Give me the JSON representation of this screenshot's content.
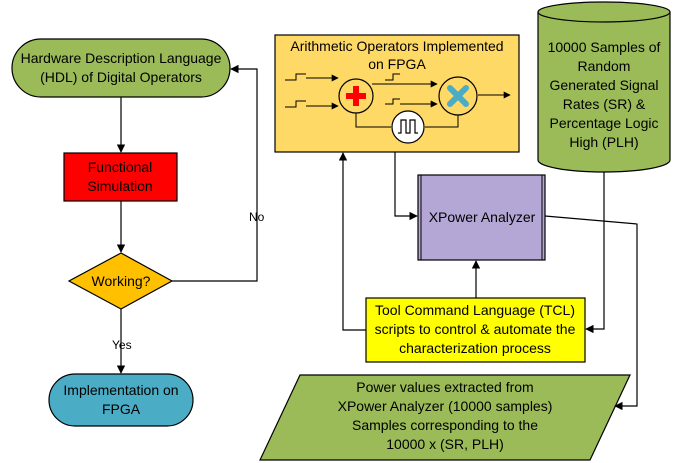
{
  "nodes": {
    "hdl": {
      "lines": [
        "Hardware Description Language",
        "(HDL) of Digital Operators"
      ],
      "fill": "#9bbb59"
    },
    "functional_simulation": {
      "lines": [
        "Functional",
        "Simulation"
      ],
      "fill": "#ff0000"
    },
    "decision": {
      "text": "Working?",
      "fill": "#ffc000"
    },
    "implementation": {
      "lines": [
        "Implementation on",
        "FPGA"
      ],
      "fill": "#4bacc6"
    },
    "arith": {
      "lines": [
        "Arithmetic Operators Implemented",
        "on FPGA"
      ],
      "fill": "#ffd966",
      "adder_color": "#ff0000",
      "multiplier_color": "#4bacc6"
    },
    "xpower": {
      "text": "XPower Analyzer",
      "fill": "#b4a7d6"
    },
    "samples_db": {
      "lines": [
        "10000 Samples of",
        "Random",
        "Generated Signal",
        "Rates (SR) &",
        "Percentage Logic",
        "High (PLH)"
      ],
      "fill": "#9bbb59"
    },
    "tcl": {
      "lines": [
        "Tool Command Language (TCL)",
        "scripts to control & automate the",
        "characterization process"
      ],
      "fill": "#ffff00"
    },
    "power": {
      "lines": [
        "Power values extracted from",
        "XPower Analyzer (10000 samples)",
        "Samples corresponding to the",
        "10000 x (SR, PLH)"
      ],
      "fill": "#9bbb59"
    }
  },
  "edges": {
    "no_label": "No",
    "yes_label": "Yes"
  },
  "colors": {
    "stroke": "#000000"
  }
}
